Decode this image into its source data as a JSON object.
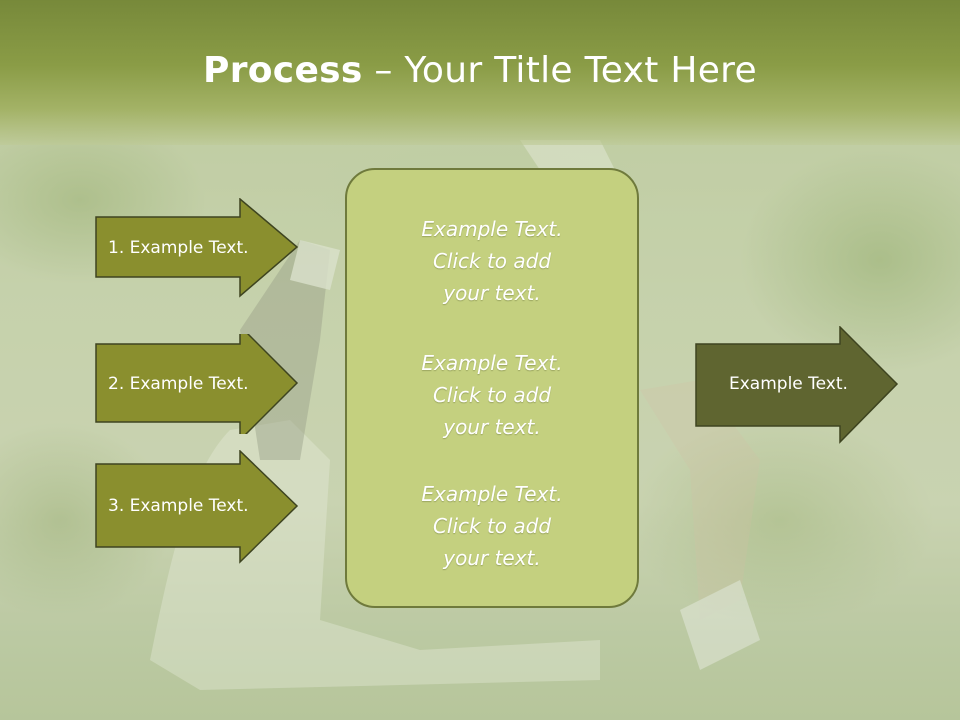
{
  "title": {
    "bold": "Process",
    "dash": " – ",
    "rest": "Your Title Text Here"
  },
  "left_arrows": [
    {
      "label": "1. Example Text."
    },
    {
      "label": "2. Example Text."
    },
    {
      "label": "3. Example Text."
    }
  ],
  "center_box": {
    "blocks": [
      {
        "line1": "Example Text.",
        "line2": "Click  to add",
        "line3": "your text."
      },
      {
        "line1": "Example Text.",
        "line2": "Click  to add",
        "line3": "your text."
      },
      {
        "line1": "Example Text.",
        "line2": "Click  to add",
        "line3": "your text."
      }
    ]
  },
  "right_arrow": {
    "label": "Example Text."
  },
  "colors": {
    "header": "#8a9c46",
    "left_arrow_fill": "#8a8f2e",
    "right_arrow_fill": "#5f6530",
    "center_box_fill": "#c4d07f",
    "outline": "#3e4420"
  }
}
